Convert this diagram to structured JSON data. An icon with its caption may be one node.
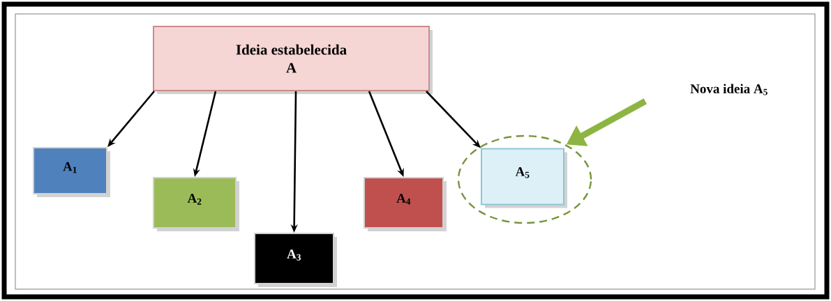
{
  "diagram": {
    "nodes": [
      {
        "text": [
          "Ideia estabelecida",
          "A"
        ]
      },
      {
        "text": [
          "A$_{1}$"
        ]
      },
      {
        "text": [
          "A$_{2}$"
        ]
      },
      {
        "text": [
          "A$_{3}$"
        ]
      },
      {
        "text": [
          "A$_{4}$"
        ]
      },
      {
        "text": [],
        "shape": "circle"
      },
      {
        "text": [
          "A$_{5}$"
        ],
        "in": 5
      },
      {
        "text": [
          "Nova ideia A$_{5}$"
        ]
      }
    ],
    "edges": [
      {
        "from": 0,
        "to": 1,
        "arrow": "to"
      },
      {
        "from": 0,
        "to": 2,
        "arrow": "to"
      },
      {
        "from": 0,
        "to": 3,
        "arrow": "to"
      },
      {
        "from": 0,
        "to": 4,
        "arrow": "to"
      },
      {
        "from": 0,
        "to": 6,
        "arrow": "to"
      },
      {
        "from": 7,
        "to": 5,
        "arrow": "to",
        "style": "thick",
        "color": "#8db542"
      }
    ]
  }
}
